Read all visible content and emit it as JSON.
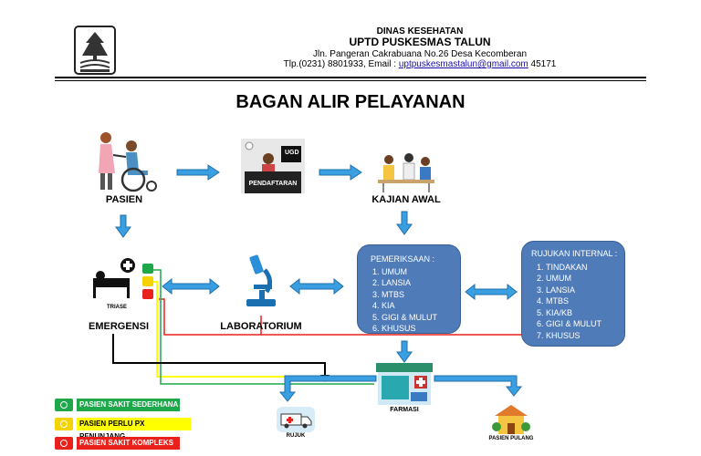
{
  "header": {
    "agency": "DINAS KESEHATAN",
    "unit": "UPTD PUSKESMAS TALUN",
    "address": "Jln. Pangeran Cakrabuana No.26 Desa Kecomberan",
    "contact_prefix": "Tlp.(0231) 8801933, Email : ",
    "email": "uptpuskesmastalun@gmail.com",
    "postal": " 45171"
  },
  "title": "BAGAN ALIR PELAYANAN",
  "nodes": {
    "pasien": "PASIEN",
    "pendaftaran_sign": "PENDAFTARAN",
    "ugd_sign": "UGD",
    "kajian_awal": "KAJIAN AWAL",
    "triase": "TRIASE",
    "emergensi": "EMERGENSI",
    "laboratorium": "LABORATORIUM",
    "farmasi": "FARMASI",
    "rujuk": "RUJUK",
    "pasien_pulang": "PASIEN PULANG"
  },
  "pemeriksaan": {
    "title": "PEMERIKSAAN :",
    "items": [
      "UMUM",
      "LANSIA",
      "MTBS",
      "KIA",
      "GIGI & MULUT",
      "KHUSUS"
    ]
  },
  "rujukan": {
    "title": "RUJUKAN INTERNAL :",
    "items": [
      "TINDAKAN",
      "UMUM",
      "LANSIA",
      "MTBS",
      "KIA/KB",
      "GIGI & MULUT",
      "KHUSUS"
    ]
  },
  "legend": [
    {
      "label": "PASIEN SAKIT SEDERHANA",
      "color": "#1fa84a",
      "text_color": "#ffffff"
    },
    {
      "label": "PASIEN PERLU PX PENUNJANG",
      "color": "#ffff00",
      "text_color": "#000000"
    },
    {
      "label": "PASIEN SAKIT KOMPLEKS",
      "color": "#e8211d",
      "text_color": "#ffffff"
    }
  ],
  "colors": {
    "arrow_blue": "#3a9fe0",
    "box_blue": "#4f7cb8",
    "path_green": "#1fa84a",
    "path_yellow": "#ffff00",
    "path_red": "#e8211d"
  }
}
